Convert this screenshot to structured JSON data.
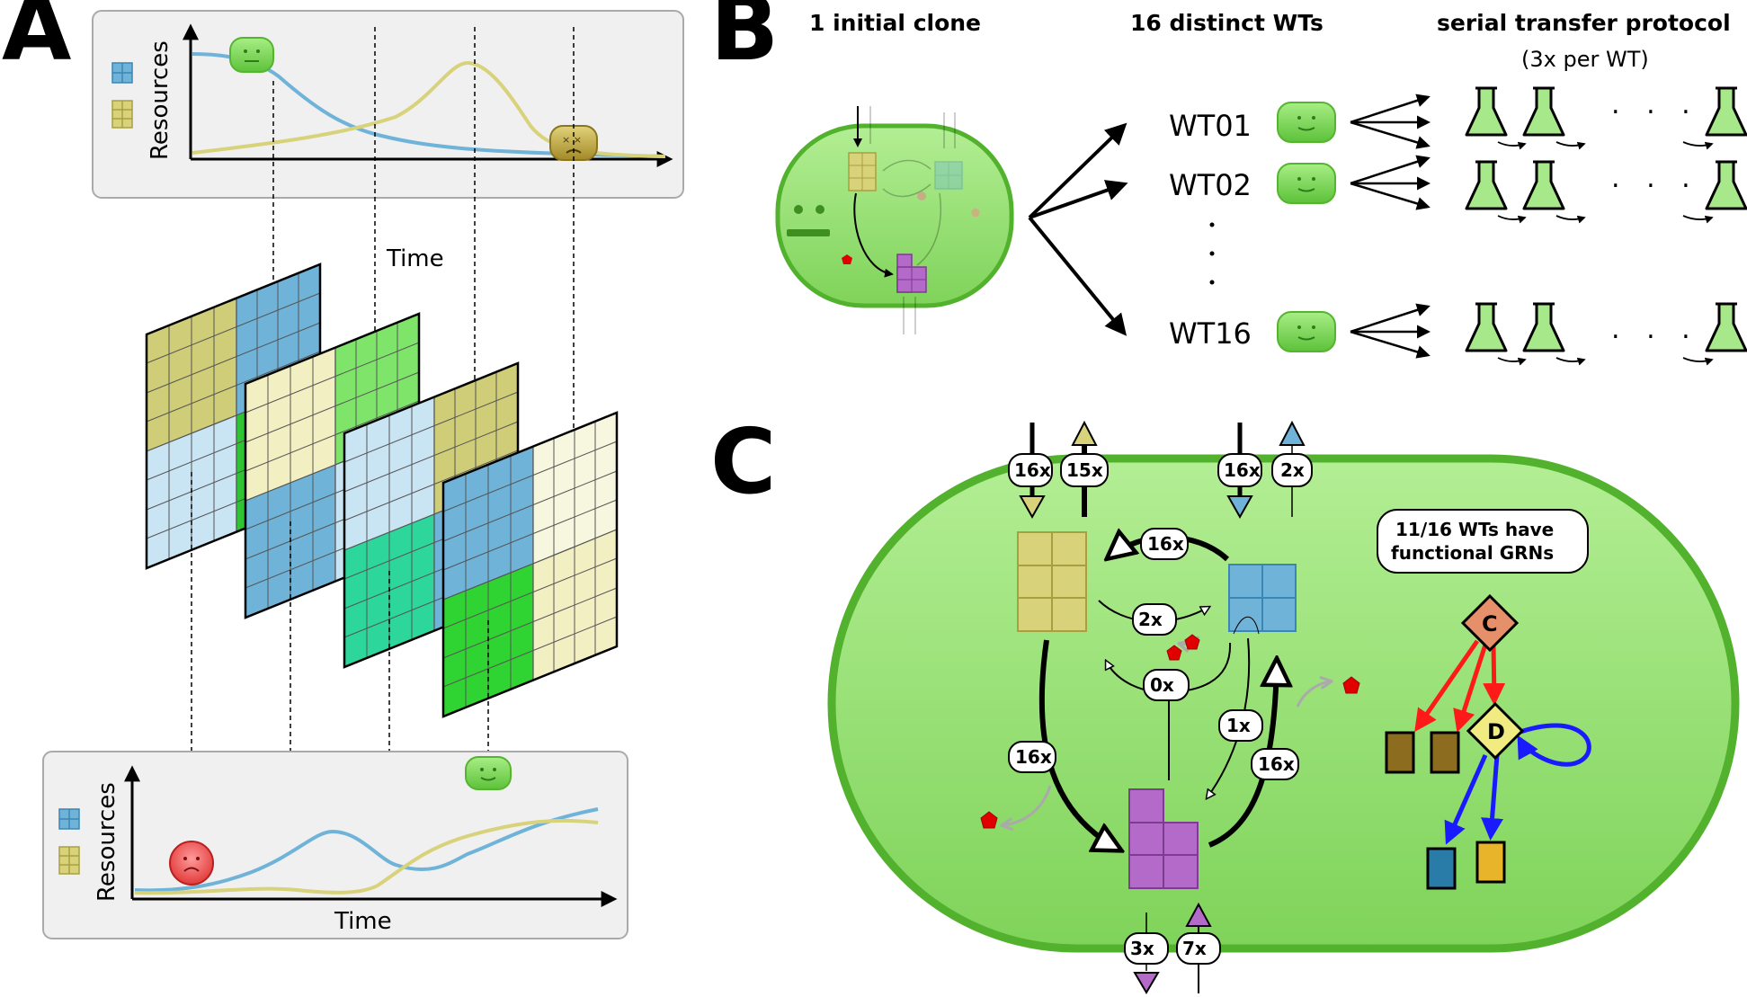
{
  "panels": {
    "a": "A",
    "b": "B",
    "c": "C"
  },
  "panel_a": {
    "top_plot": {
      "ylabel": "Resources"
    },
    "time_label": "Time",
    "bottom_plot": {
      "ylabel": "Resources",
      "xlabel": "Time"
    }
  },
  "panel_b": {
    "header_clone": "1 initial clone",
    "header_wts": "16 distinct WTs",
    "header_protocol": "serial transfer protocol",
    "protocol_note": "(3x per WT)",
    "wt_labels": [
      "WT01",
      "WT02",
      "WT16"
    ],
    "ellipsis": ". . ."
  },
  "panel_c": {
    "badges": {
      "yellow_import": "16x",
      "yellow_export": "15x",
      "blue_import": "16x",
      "blue_export": "2x",
      "blue_to_yellow": "16x",
      "yellow_to_blue": "2x",
      "toxin_to_yellow": "0x",
      "blue_to_purple": "1x",
      "yellow_to_purple": "16x",
      "purple_to_blue": "16x",
      "purple_export": "3x",
      "purple_import": "7x"
    },
    "grn_note_line1": "11/16 WTs have",
    "grn_note_line2": "functional GRNs",
    "node_c": "C",
    "node_d": "D"
  },
  "colors": {
    "cell_fill": "#8fdf6a",
    "cell_border": "#52b22d",
    "yellow_resource": "#d8d27a",
    "blue_resource": "#6fb3d9",
    "purple_product": "#b46ac8",
    "activation": "#ff1a1a",
    "repression": "#1a1aff"
  }
}
